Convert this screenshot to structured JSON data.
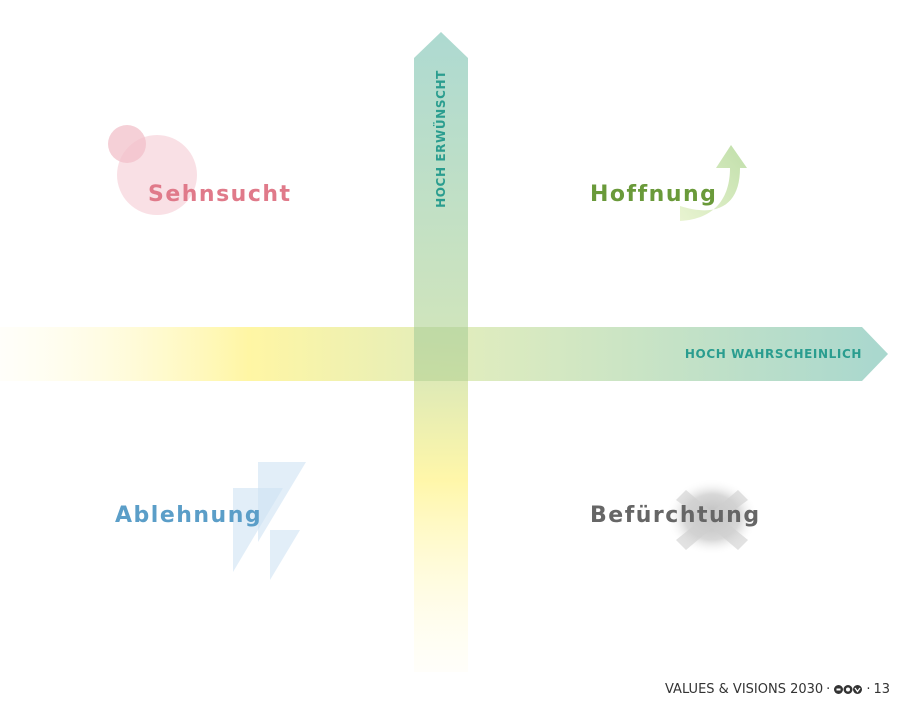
{
  "axes": {
    "vertical_label": "HOCH ERWÜNSCHT",
    "horizontal_label": "HOCH WAHRSCHEINLICH",
    "label_color": "#2a9d8f"
  },
  "quadrants": {
    "top_left": {
      "label": "Sehnsucht",
      "color": "#e07a8a"
    },
    "top_right": {
      "label": "Hoffnung",
      "color": "#6a9a3a"
    },
    "bottom_left": {
      "label": "Ablehnung",
      "color": "#5b9ec8"
    },
    "bottom_right": {
      "label": "Befürchtung",
      "color": "#666666"
    }
  },
  "footer": {
    "title": "VALUES & VISIONS 2030",
    "separator": "·",
    "page_number": "13",
    "logo_icon": "gdw-logo-icon"
  },
  "colors": {
    "gradient_yellow": "#fff59a",
    "gradient_green": "#bfdcb3",
    "gradient_teal": "#9fd3c9"
  }
}
